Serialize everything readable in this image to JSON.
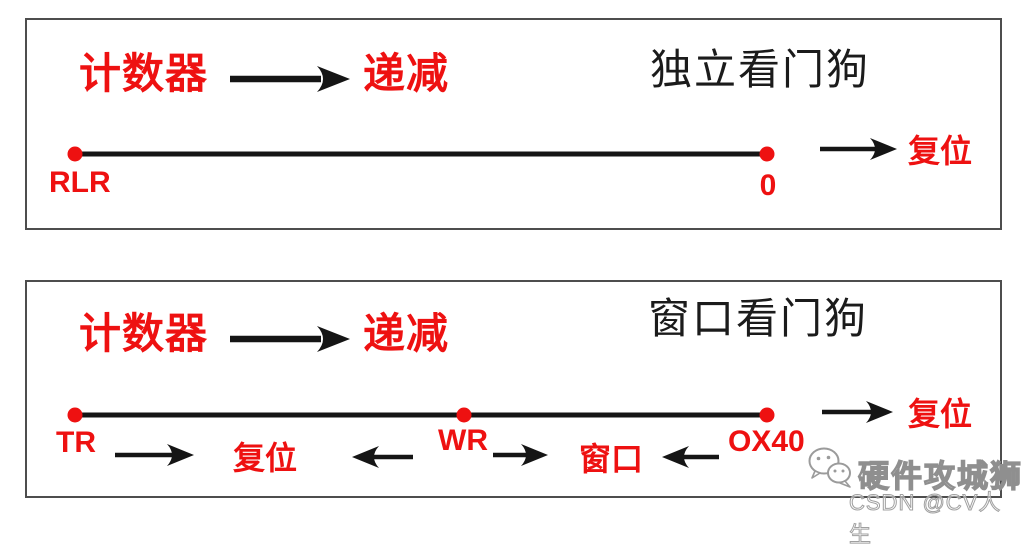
{
  "colors": {
    "accent_red": "#ee1111",
    "ink_black": "#1b1b1b",
    "border_gray": "#4d4d4d",
    "watermark_gray": "#9a9a9a",
    "background": "#ffffff"
  },
  "iwdg": {
    "title": "独立看门狗",
    "counter_label": "计数器",
    "decrement_label": "递减",
    "reload_value_label": "RLR",
    "zero_label": "0",
    "reset_label": "复位"
  },
  "wwdg": {
    "title": "窗口看门狗",
    "counter_label": "计数器",
    "decrement_label": "递减",
    "start_label": "TR",
    "window_register_label": "WR",
    "window_floor_label": "OX40",
    "reset_zone_label": "复位",
    "window_zone_label": "窗口",
    "reset_label": "复位"
  },
  "watermark": {
    "brand": "硬件攻城狮",
    "credit": "CSDN @CV人生"
  },
  "icons": {
    "counter_flow_arrow": "arrow-right",
    "reset_arrow": "arrow-right",
    "zone_arrow_right": "arrow-right",
    "zone_arrow_left": "arrow-left",
    "timeline_marker": "red-dot",
    "watermark_logo": "wechat-bubbles"
  }
}
